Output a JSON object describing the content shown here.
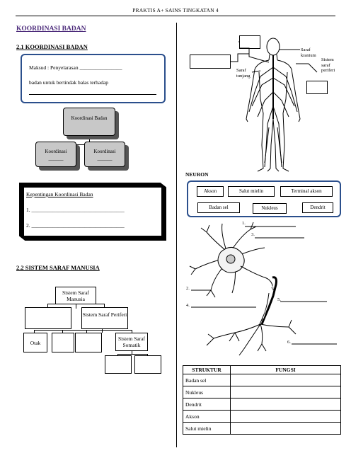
{
  "header": {
    "title": "PRAKTIS A+ SAINS TINGKATAN 4"
  },
  "main_title": "KOORDINASI BADAN",
  "section1": {
    "heading": "2.1 KOORDINASI BADAN",
    "maksud_line1": "Maksud : Penyelarasan ________________",
    "maksud_line2": "badan untuk bertindak balas terhadap",
    "tree": {
      "root": "Koordinasi Badan",
      "left": "Koordinasi",
      "right": "Koordinasi",
      "blank": "______"
    },
    "kepentingan": {
      "title": "Kepentingan Koordinasi Badan",
      "item1": "1. ___________________________________",
      "item2": "2. ___________________________________"
    }
  },
  "section2": {
    "heading": "2.2 SISTEM SARAF MANUSIA",
    "nodes": {
      "root": "Sistem Saraf Manusia",
      "periferi": "Sistem Saraf Periferi",
      "otak": "Otak",
      "somatik": "Sistem Saraf Somatik"
    }
  },
  "body_figure": {
    "label_kranium": "Saraf kranium",
    "label_periferi": "Sistem saraf periferi",
    "label_tunjang": "Saraf tunjang"
  },
  "neuron": {
    "heading": "NEURON",
    "words": [
      "Akson",
      "Salut mielin",
      "Terminal akson",
      "Badan sel",
      "Nukleus",
      "Dendrit"
    ],
    "numbers": [
      "1.",
      "2.",
      "3.",
      "4.",
      "5.",
      "6."
    ]
  },
  "table": {
    "headers": [
      "STRUKTUR",
      "FUNGSI"
    ],
    "rows": [
      "Badan sel",
      "Nukleus",
      "Dendrit",
      "Akson",
      "Salut mielin"
    ]
  }
}
